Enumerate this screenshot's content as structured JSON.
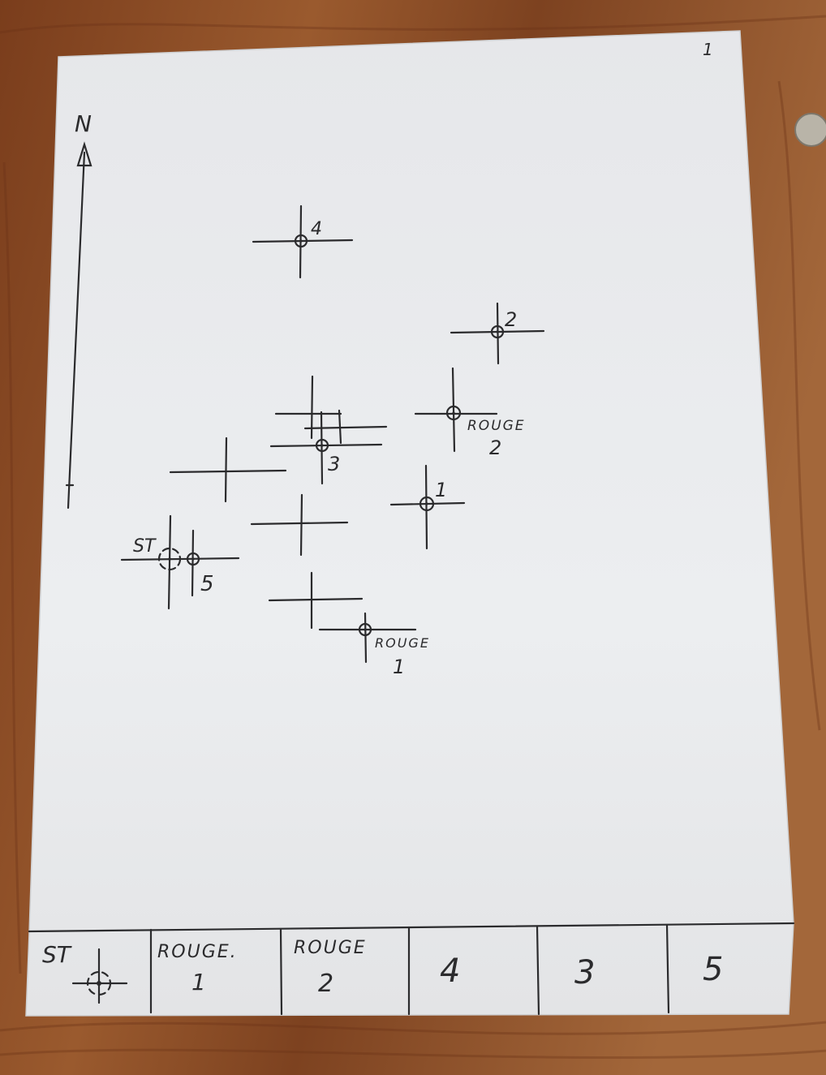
{
  "board": {
    "page_number": "1",
    "north_label": "N"
  },
  "map": {
    "start_label": "ST",
    "controls": [
      {
        "id": "4",
        "label": "4"
      },
      {
        "id": "2",
        "label": "2"
      },
      {
        "id": "rouge2",
        "label_line1": "ROUGE",
        "label_line2": "2"
      },
      {
        "id": "3",
        "label": "3"
      },
      {
        "id": "1",
        "label": "1"
      },
      {
        "id": "5",
        "label": "5"
      },
      {
        "id": "rouge1",
        "label_line1": "ROUGE",
        "label_line2": "1"
      }
    ]
  },
  "legend": {
    "cells": [
      {
        "line1": "ST",
        "line2": ""
      },
      {
        "line1": "ROUGE.",
        "line2": "1"
      },
      {
        "line1": "ROUGE",
        "line2": "2"
      },
      {
        "line1": "4",
        "line2": ""
      },
      {
        "line1": "3",
        "line2": ""
      },
      {
        "line1": "5",
        "line2": ""
      }
    ]
  },
  "colors": {
    "table_wood": "#8a4a24",
    "board": "#e9eaec",
    "ink": "#2b2b2d"
  }
}
